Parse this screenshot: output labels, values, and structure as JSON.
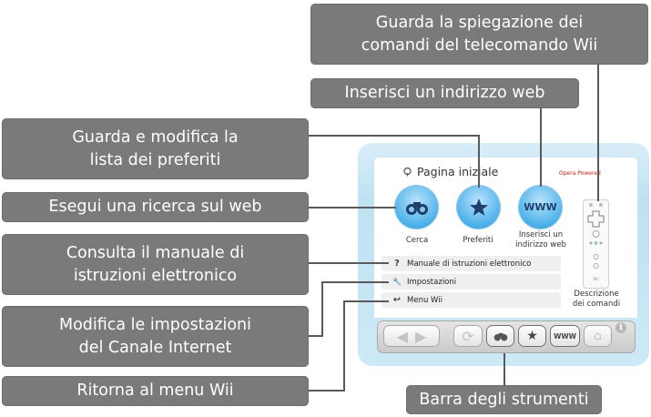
{
  "callouts": {
    "remote_explanation": "Guarda la spiegazione dei\ncomandi del telecomando Wii",
    "enter_address": "Inserisci un indirizzo web",
    "favorites": "Guarda e modifica la\nlista dei preferiti",
    "search": "Esegui una ricerca sul web",
    "manual": "Consulta il manuale di\nistruzioni elettronico",
    "settings": "Modifica le impostazioni\ndel Canale Internet",
    "wii_menu": "Ritorna al menu Wii",
    "toolbar": "Barra degli strumenti"
  },
  "screen": {
    "page_title": "Pagina iniziale",
    "brand": "Opera Powered",
    "buttons": {
      "search": {
        "label": "Cerca",
        "icon": "binoculars-icon"
      },
      "favorites": {
        "label": "Preferiti",
        "icon": "star-icon"
      },
      "address": {
        "label": "Inserisci un\nindirizzo web",
        "glyph": "WWW",
        "icon": "www-icon"
      }
    },
    "list": [
      {
        "label": "Manuale di istruzioni elettronico",
        "icon": "question-icon",
        "glyph": "?"
      },
      {
        "label": "Impostazioni",
        "icon": "wrench-icon",
        "glyph": "🔧"
      },
      {
        "label": "Menu Wii",
        "icon": "return-arrow-icon",
        "glyph": "↩"
      }
    ],
    "remote_label": "Descrizione\ndei comandi",
    "toolbar": {
      "back_glyph": "◀",
      "forward_glyph": "▶",
      "reload_glyph": "⟳",
      "binoculars_glyph": "∞",
      "star_glyph": "★",
      "www_glyph": "WWW",
      "home_glyph": "⌂",
      "info_glyph": "i"
    }
  }
}
